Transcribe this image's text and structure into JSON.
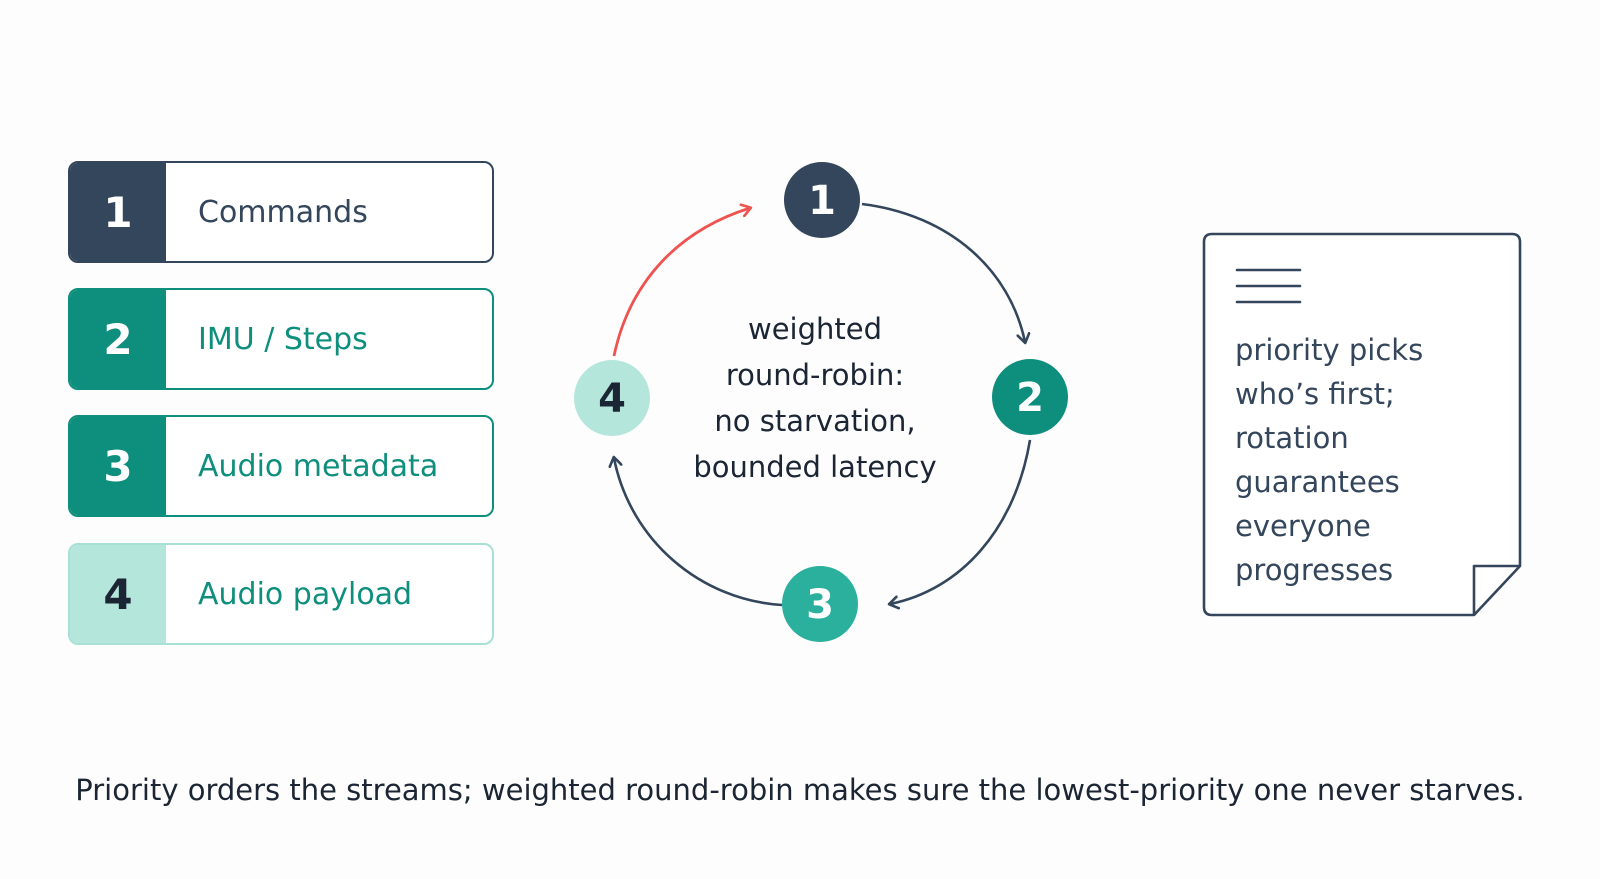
{
  "priority_list": [
    {
      "number": "1",
      "label": "Commands"
    },
    {
      "number": "2",
      "label": "IMU / Steps"
    },
    {
      "number": "3",
      "label": "Audio metadata"
    },
    {
      "number": "4",
      "label": "Audio payload"
    }
  ],
  "cycle": {
    "nodes": [
      "1",
      "2",
      "3",
      "4"
    ],
    "center_lines": [
      "weighted",
      "round-robin:",
      "no starvation,",
      "bounded latency"
    ]
  },
  "note": {
    "lines": [
      "priority picks",
      "who’s first;",
      "rotation",
      "guarantees",
      "everyone",
      "progresses"
    ]
  },
  "caption": "Priority orders the streams; weighted round-robin makes sure the lowest-priority one never starves.",
  "colors": {
    "navy": "#34465b",
    "teal": "#0e8f7d",
    "mid_teal": "#2bb09d",
    "light_teal": "#b4e6dc",
    "red_arrow": "#ef5350"
  }
}
